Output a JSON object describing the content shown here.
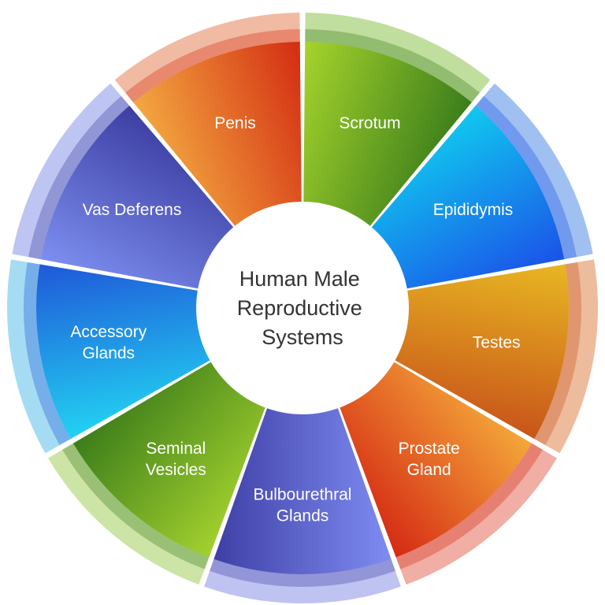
{
  "diagram": {
    "center": {
      "lines": [
        "Human Male",
        "Reproductive",
        "Systems"
      ]
    },
    "segments": [
      {
        "id": "scrotum",
        "lines": [
          "Scrotum"
        ],
        "color_light": "#a6d42c",
        "color_dark": "#3b7d1b",
        "rim": "#b5d88c"
      },
      {
        "id": "epididymis",
        "lines": [
          "Epididymis"
        ],
        "color_light": "#10c8ef",
        "color_dark": "#1b52e8",
        "rim": "#8fb5f0"
      },
      {
        "id": "testes",
        "lines": [
          "Testes"
        ],
        "color_light": "#e8b722",
        "color_dark": "#c8541a",
        "rim": "#eab08c"
      },
      {
        "id": "prostate-gland",
        "lines": [
          "Prostate",
          "Gland"
        ],
        "color_light": "#f4a83a",
        "color_dark": "#d52a14",
        "rim": "#eda095"
      },
      {
        "id": "bulbourethral-glands",
        "lines": [
          "Bulbourethral",
          "Glands"
        ],
        "color_light": "#7f8cf2",
        "color_dark": "#3e3fa5",
        "rim": "#b4b8ef"
      },
      {
        "id": "seminal-vesicles",
        "lines": [
          "Seminal",
          "Vesicles"
        ],
        "color_light": "#a3d12e",
        "color_dark": "#3c7d1a",
        "rim": "#c4df98"
      },
      {
        "id": "accessory-glands",
        "lines": [
          "Accessory",
          "Glands"
        ],
        "color_light": "#22d2f2",
        "color_dark": "#1f58d8",
        "rim": "#95d6f2"
      },
      {
        "id": "vas-deferens",
        "lines": [
          "Vas Deferens"
        ],
        "color_light": "#7c8ff0",
        "color_dark": "#3d3ea2",
        "rim": "#b3bbf0"
      },
      {
        "id": "penis",
        "lines": [
          "Penis"
        ],
        "color_light": "#f3a840",
        "color_dark": "#d32c12",
        "rim": "#eeae92"
      }
    ]
  }
}
